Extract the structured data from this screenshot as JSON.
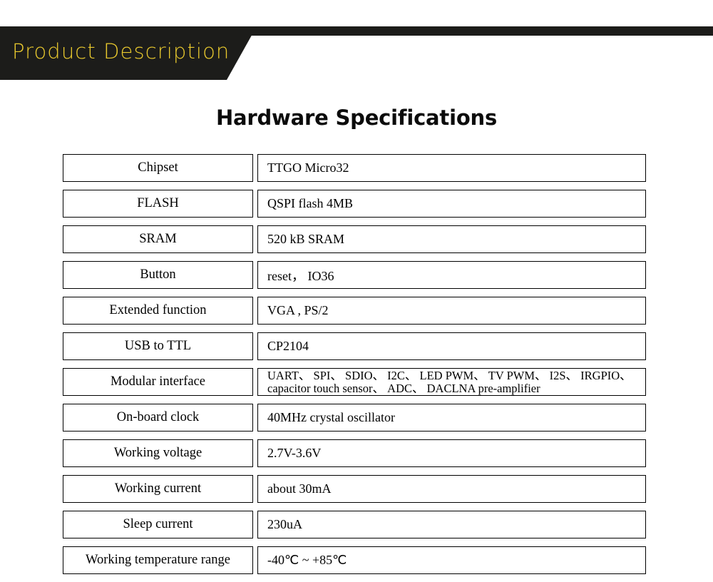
{
  "banner": {
    "title": "Product Description",
    "text_color": "#e9c92e",
    "background_color": "#1c1c1a"
  },
  "heading": "Hardware Specifications",
  "spec_table": {
    "rows": [
      {
        "label": "Chipset",
        "value": "TTGO Micro32"
      },
      {
        "label": "FLASH",
        "value": "QSPI flash 4MB"
      },
      {
        "label": "SRAM",
        "value": "520 kB SRAM"
      },
      {
        "label": "Button",
        "value": "reset， IO36"
      },
      {
        "label": "Extended function",
        "value": "VGA , PS/2"
      },
      {
        "label": "USB to TTL",
        "value": "CP2104"
      },
      {
        "label": "Modular interface",
        "value_line1": "UART、 SPI、 SDIO、 I2C、 LED PWM、 TV PWM、 I2S、 IRGPIO、",
        "value_line2": "capacitor touch sensor、 ADC、 DACLNA  pre-amplifier"
      },
      {
        "label": "On-board clock",
        "value": "40MHz crystal oscillator"
      },
      {
        "label": "Working voltage",
        "value": "2.7V-3.6V"
      },
      {
        "label": "Working current",
        "value": "about 30mA"
      },
      {
        "label": "Sleep current",
        "value": "230uA"
      },
      {
        "label": "Working temperature range",
        "value": "-40℃ ~ +85℃"
      }
    ]
  }
}
